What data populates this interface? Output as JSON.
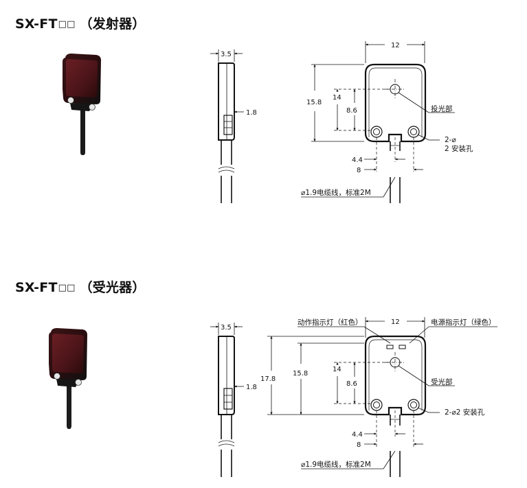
{
  "sections": [
    {
      "model": "SX-FT",
      "boxes": "□□",
      "role": "（发射器）",
      "dims": {
        "side_depth": "3.5",
        "side_step": "1.8",
        "width": "12",
        "height": "15.8",
        "inner_height": "14",
        "axis_height": "8.6",
        "hole_spacing_half": "4.4",
        "hole_spacing": "8"
      },
      "callouts": {
        "lens": "投光部",
        "holes_line1": "2-⌀",
        "holes_line2": "2 安装孔",
        "cable": "⌀1.9电缆线，标准2M"
      }
    },
    {
      "model": "SX-FT",
      "boxes": "□□",
      "role": "（受光器）",
      "dims": {
        "side_depth": "3.5",
        "side_step": "1.8",
        "width": "12",
        "total_height": "17.8",
        "height": "15.8",
        "inner_height": "14",
        "axis_height": "8.6",
        "hole_spacing_half": "4.4",
        "hole_spacing": "8"
      },
      "callouts": {
        "lens": "受光部",
        "holes": "2-⌀2 安装孔",
        "led_action": "动作指示灯（红色）",
        "led_power": "电源指示灯（绿色）",
        "cable": "⌀1.9电缆线，标准2M"
      }
    }
  ]
}
